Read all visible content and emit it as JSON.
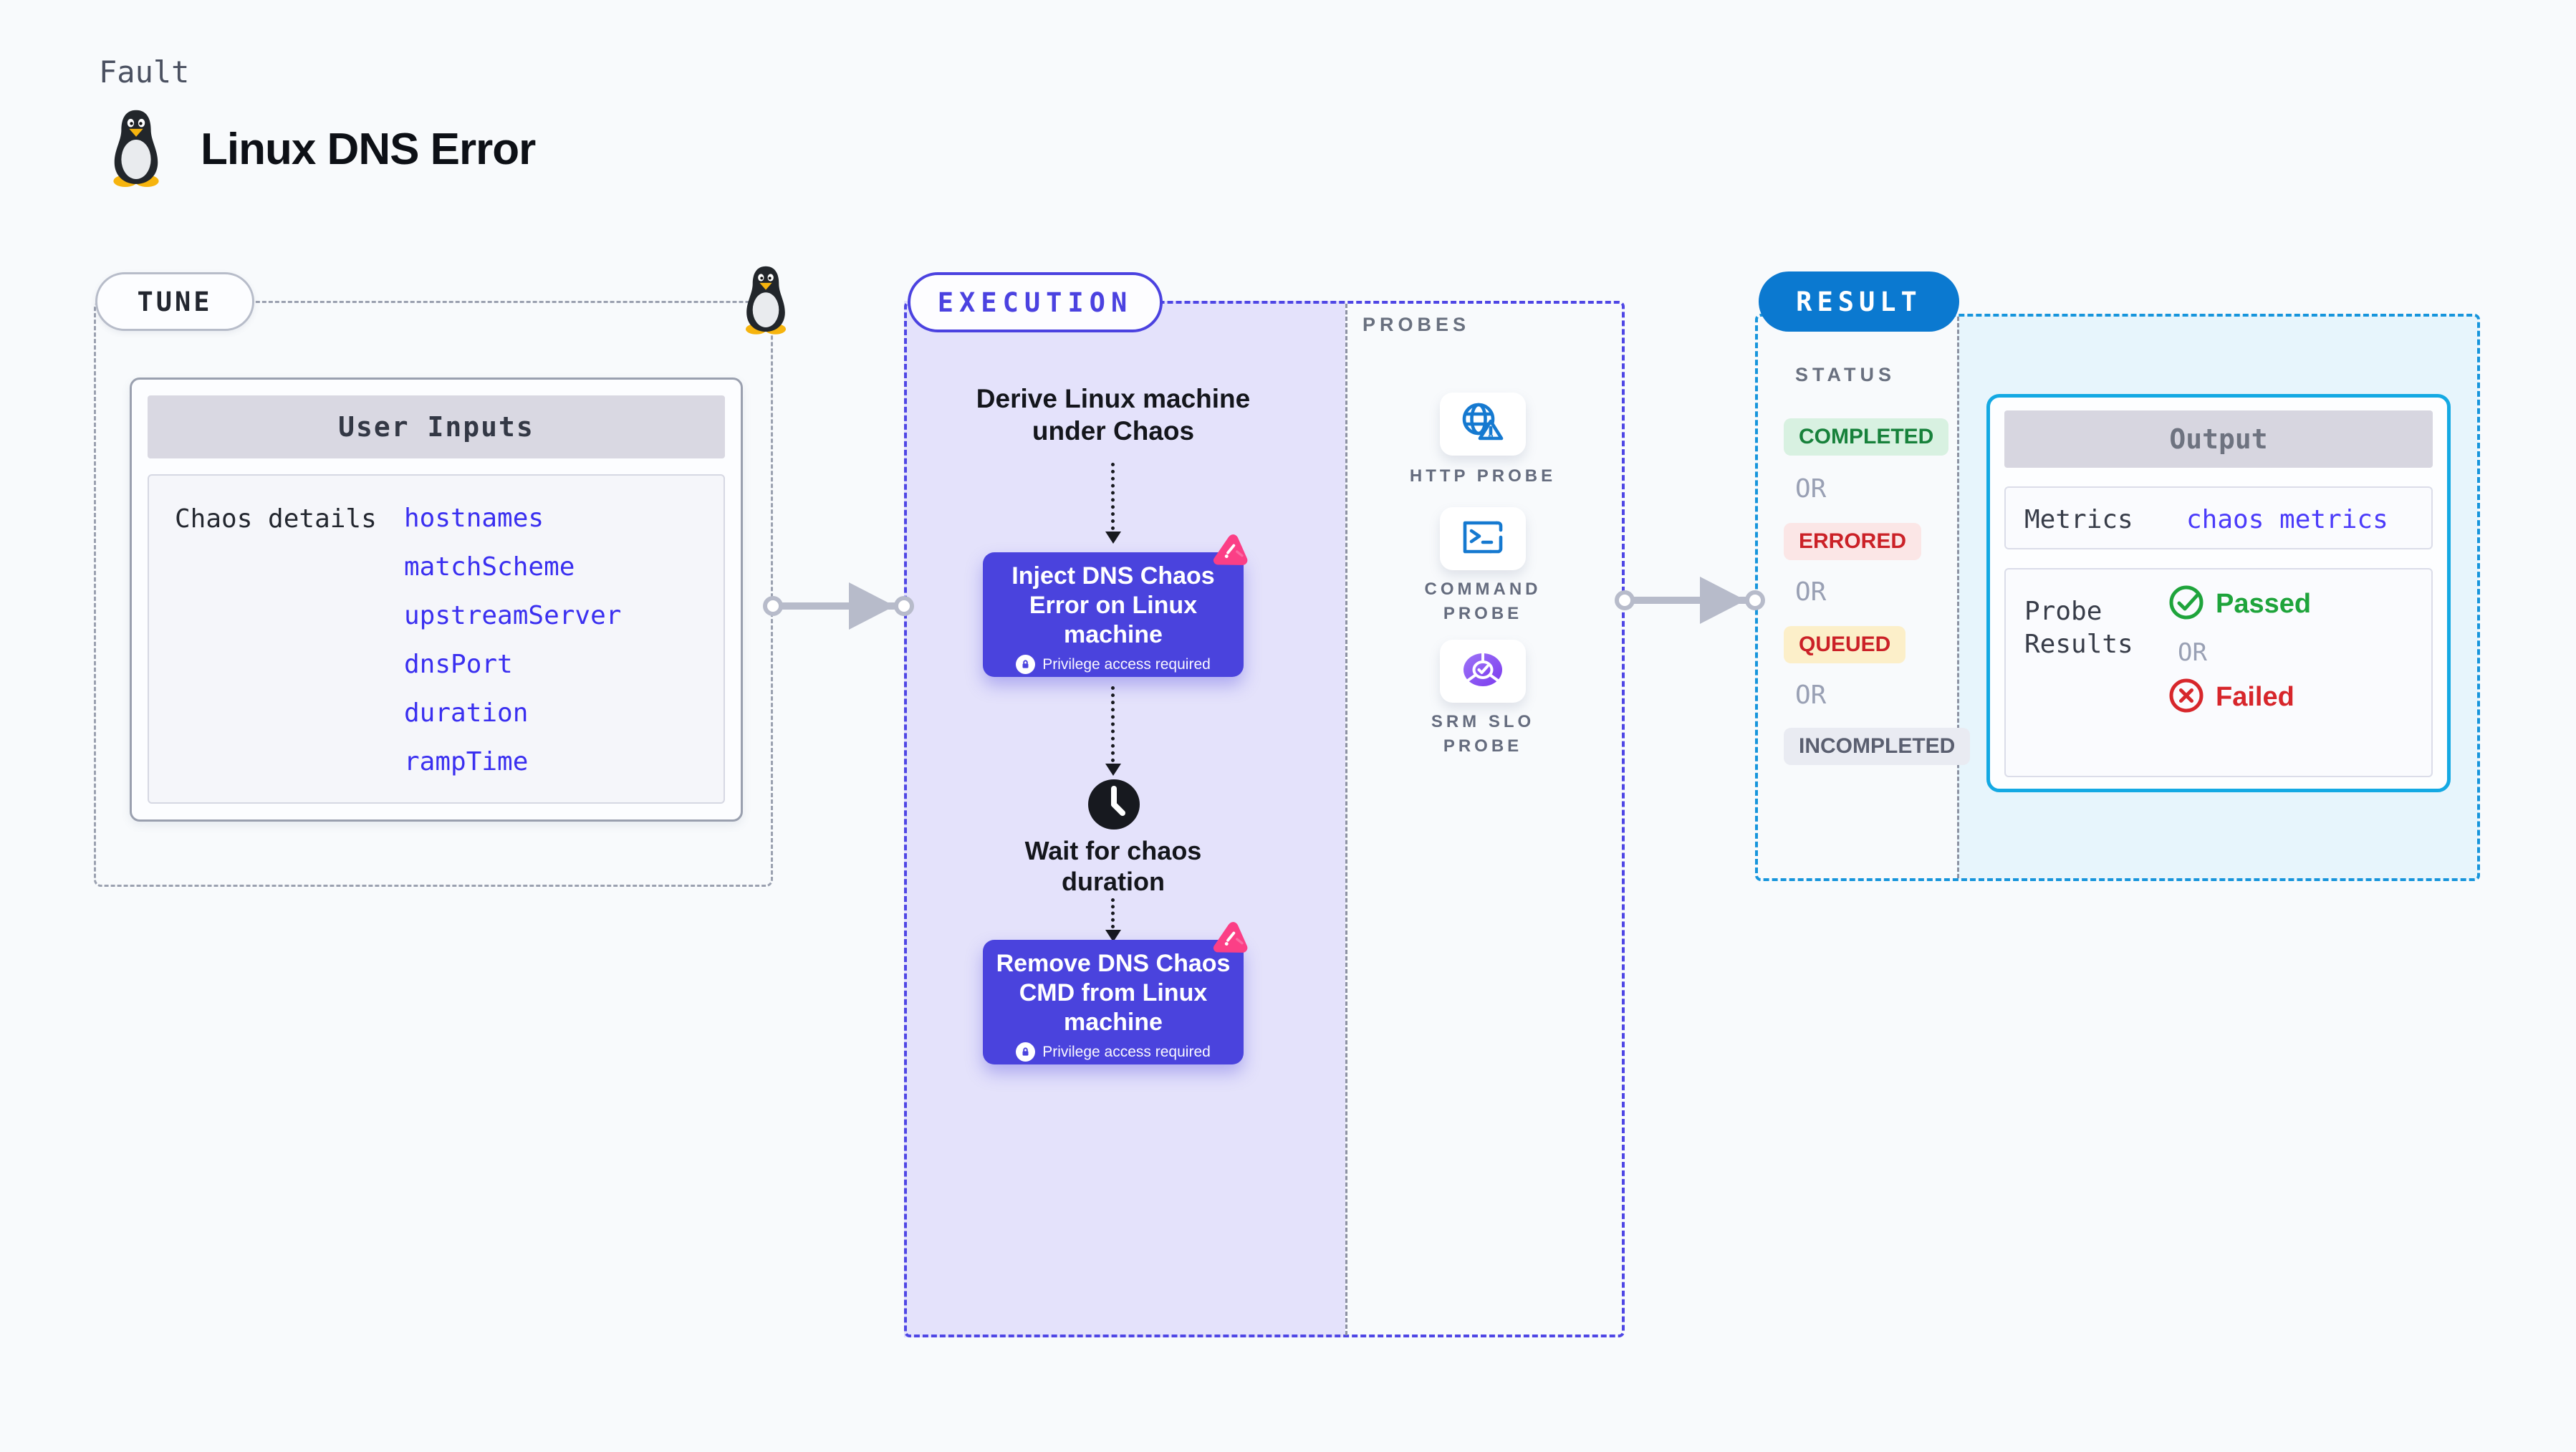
{
  "page": {
    "eyebrow": "Fault",
    "title": "Linux DNS Error",
    "background": "#f8fafc"
  },
  "tune": {
    "pill": "TUNE",
    "card_header": "User Inputs",
    "row_label": "Chaos details",
    "inputs": [
      "hostnames",
      "matchScheme",
      "upstreamServer",
      "dnsPort",
      "duration",
      "rampTime"
    ],
    "link_color": "#3a2ff0"
  },
  "execution": {
    "pill": "EXECUTION",
    "accent": "#4f46e5",
    "panel_bg": "#e4e2fb",
    "derive_line1": "Derive Linux machine",
    "derive_line2": "under Chaos",
    "inject_lines": [
      "Inject DNS Chaos",
      "Error on Linux",
      "machine"
    ],
    "wait_line1": "Wait for chaos",
    "wait_line2": "duration",
    "remove_lines": [
      "Remove DNS Chaos",
      "CMD from Linux",
      "machine"
    ],
    "privilege": "Privilege access required",
    "button_bg": "#4a43dd"
  },
  "probes": {
    "label": "PROBES",
    "items": [
      {
        "icon": "globe-alert-icon",
        "line1": "HTTP PROBE",
        "line2": ""
      },
      {
        "icon": "terminal-icon",
        "line1": "COMMAND",
        "line2": "PROBE"
      },
      {
        "icon": "slo-donut-icon",
        "line1": "SRM SLO",
        "line2": "PROBE"
      }
    ]
  },
  "result": {
    "pill": "RESULT",
    "pill_bg": "#0b79d0",
    "border": "#1795dc",
    "panel_bg": "#e7f5fc",
    "status_label": "STATUS",
    "or": "OR",
    "statuses": [
      {
        "text": "COMPLETED",
        "bg": "#d8f1e1",
        "color": "#17813b"
      },
      {
        "text": "ERRORED",
        "bg": "#fbe6e6",
        "color": "#cb2127"
      },
      {
        "text": "QUEUED",
        "bg": "#fcefc9",
        "color": "#cb2127"
      },
      {
        "text": "INCOMPLETED",
        "bg": "#e9ebf2",
        "color": "#5a5f70"
      }
    ],
    "output": {
      "header": "Output",
      "metrics_label": "Metrics",
      "metrics_value": "chaos metrics",
      "probe_label_line1": "Probe",
      "probe_label_line2": "Results",
      "passed": "Passed",
      "or": "OR",
      "failed": "Failed",
      "passed_color": "#1ea43b",
      "failed_color": "#d7262b"
    }
  },
  "connector": {
    "color": "#b7bbca"
  }
}
